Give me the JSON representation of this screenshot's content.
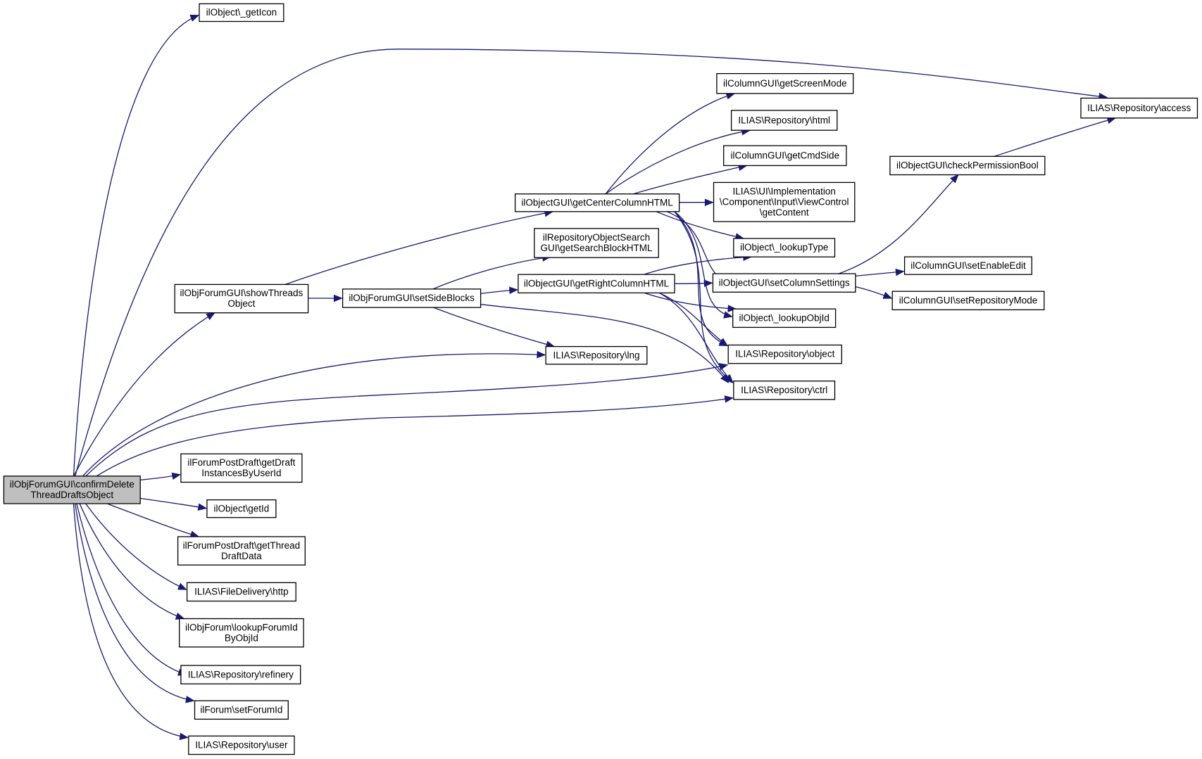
{
  "nodes": [
    {
      "id": "root",
      "lines": [
        "ilObjForumGUI\\confirmDelete",
        "ThreadDraftsObject"
      ],
      "root": true
    },
    {
      "id": "getIcon",
      "lines": [
        "ilObject\\_getIcon"
      ]
    },
    {
      "id": "access",
      "lines": [
        "ILIAS\\Repository\\access"
      ]
    },
    {
      "id": "getScreenMode",
      "lines": [
        "ilColumnGUI\\getScreenMode"
      ]
    },
    {
      "id": "html",
      "lines": [
        "ILIAS\\Repository\\html"
      ]
    },
    {
      "id": "getCmdSide",
      "lines": [
        "ilColumnGUI\\getCmdSide"
      ]
    },
    {
      "id": "checkPermissionBool",
      "lines": [
        "ilObjectGUI\\checkPermissionBool"
      ]
    },
    {
      "id": "getCenterColumnHTML",
      "lines": [
        "ilObjectGUI\\getCenterColumnHTML"
      ]
    },
    {
      "id": "getContent",
      "lines": [
        "ILIAS\\UI\\Implementation",
        "\\Component\\Input\\ViewControl",
        "\\getContent"
      ]
    },
    {
      "id": "getSearchBlockHTML",
      "lines": [
        "ilRepositoryObjectSearch",
        "GUI\\getSearchBlockHTML"
      ]
    },
    {
      "id": "lookupType",
      "lines": [
        "ilObject\\_lookupType"
      ]
    },
    {
      "id": "setEnableEdit",
      "lines": [
        "ilColumnGUI\\setEnableEdit"
      ]
    },
    {
      "id": "showThreadsObject",
      "lines": [
        "ilObjForumGUI\\showThreads",
        "Object"
      ]
    },
    {
      "id": "setSideBlocks",
      "lines": [
        "ilObjForumGUI\\setSideBlocks"
      ]
    },
    {
      "id": "getRightColumnHTML",
      "lines": [
        "ilObjectGUI\\getRightColumnHTML"
      ]
    },
    {
      "id": "setColumnSettings",
      "lines": [
        "ilObjectGUI\\setColumnSettings"
      ]
    },
    {
      "id": "setRepositoryMode",
      "lines": [
        "ilColumnGUI\\setRepositoryMode"
      ]
    },
    {
      "id": "lookupObjId",
      "lines": [
        "ilObject\\_lookupObjId"
      ]
    },
    {
      "id": "lng",
      "lines": [
        "ILIAS\\Repository\\lng"
      ]
    },
    {
      "id": "object",
      "lines": [
        "ILIAS\\Repository\\object"
      ]
    },
    {
      "id": "ctrl",
      "lines": [
        "ILIAS\\Repository\\ctrl"
      ]
    },
    {
      "id": "getDraftInstancesByUserId",
      "lines": [
        "ilForumPostDraft\\getDraft",
        "InstancesByUserId"
      ]
    },
    {
      "id": "getId",
      "lines": [
        "ilObject\\getId"
      ]
    },
    {
      "id": "getThreadDraftData",
      "lines": [
        "ilForumPostDraft\\getThread",
        "DraftData"
      ]
    },
    {
      "id": "http",
      "lines": [
        "ILIAS\\FileDelivery\\http"
      ]
    },
    {
      "id": "lookupForumIdByObjId",
      "lines": [
        "ilObjForum\\lookupForumId",
        "ByObjId"
      ]
    },
    {
      "id": "refinery",
      "lines": [
        "ILIAS\\Repository\\refinery"
      ]
    },
    {
      "id": "setForumId",
      "lines": [
        "ilForum\\setForumId"
      ]
    },
    {
      "id": "user",
      "lines": [
        "ILIAS\\Repository\\user"
      ]
    }
  ],
  "edges": [
    {
      "from": "root",
      "to": "getIcon"
    },
    {
      "from": "root",
      "to": "access"
    },
    {
      "from": "root",
      "to": "showThreadsObject"
    },
    {
      "from": "root",
      "to": "lng"
    },
    {
      "from": "root",
      "to": "object"
    },
    {
      "from": "root",
      "to": "ctrl"
    },
    {
      "from": "root",
      "to": "getDraftInstancesByUserId"
    },
    {
      "from": "root",
      "to": "getId"
    },
    {
      "from": "root",
      "to": "getThreadDraftData"
    },
    {
      "from": "root",
      "to": "http"
    },
    {
      "from": "root",
      "to": "lookupForumIdByObjId"
    },
    {
      "from": "root",
      "to": "refinery"
    },
    {
      "from": "root",
      "to": "setForumId"
    },
    {
      "from": "root",
      "to": "user"
    },
    {
      "from": "showThreadsObject",
      "to": "getCenterColumnHTML"
    },
    {
      "from": "showThreadsObject",
      "to": "setSideBlocks"
    },
    {
      "from": "setSideBlocks",
      "to": "getSearchBlockHTML"
    },
    {
      "from": "setSideBlocks",
      "to": "getRightColumnHTML"
    },
    {
      "from": "setSideBlocks",
      "to": "lng"
    },
    {
      "from": "setSideBlocks",
      "to": "ctrl"
    },
    {
      "from": "getCenterColumnHTML",
      "to": "getScreenMode"
    },
    {
      "from": "getCenterColumnHTML",
      "to": "html"
    },
    {
      "from": "getCenterColumnHTML",
      "to": "getCmdSide"
    },
    {
      "from": "getCenterColumnHTML",
      "to": "getContent"
    },
    {
      "from": "getCenterColumnHTML",
      "to": "lookupType"
    },
    {
      "from": "getCenterColumnHTML",
      "to": "setColumnSettings"
    },
    {
      "from": "getCenterColumnHTML",
      "to": "lookupObjId"
    },
    {
      "from": "getCenterColumnHTML",
      "to": "object"
    },
    {
      "from": "getCenterColumnHTML",
      "to": "ctrl"
    },
    {
      "from": "getRightColumnHTML",
      "to": "lookupType"
    },
    {
      "from": "getRightColumnHTML",
      "to": "setColumnSettings"
    },
    {
      "from": "getRightColumnHTML",
      "to": "lookupObjId"
    },
    {
      "from": "getRightColumnHTML",
      "to": "object"
    },
    {
      "from": "getRightColumnHTML",
      "to": "ctrl"
    },
    {
      "from": "setColumnSettings",
      "to": "checkPermissionBool"
    },
    {
      "from": "setColumnSettings",
      "to": "setEnableEdit"
    },
    {
      "from": "setColumnSettings",
      "to": "setRepositoryMode"
    },
    {
      "from": "checkPermissionBool",
      "to": "access"
    }
  ]
}
